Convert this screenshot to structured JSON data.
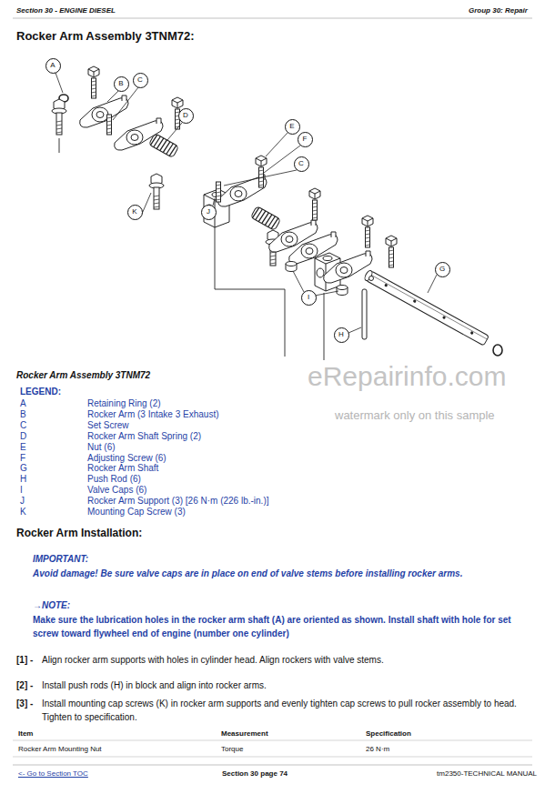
{
  "diagram": {
    "title": "Rocker Arm Assembly 3TNM72:",
    "nodes": [
      {
        "text": [
          "A"
        ]
      },
      {
        "text": [
          "B"
        ]
      },
      {
        "text": [
          "C"
        ]
      },
      {
        "text": [
          "D"
        ]
      },
      {
        "text": [
          "E"
        ]
      },
      {
        "text": [
          "F"
        ]
      },
      {
        "text": [
          "C"
        ]
      },
      {
        "text": [
          "K"
        ]
      },
      {
        "text": [
          "J"
        ]
      },
      {
        "text": [
          "G"
        ]
      },
      {
        "text": [
          "I"
        ]
      },
      {
        "text": [
          "H"
        ]
      }
    ],
    "labels": [
      "Section 30 - ENGINE DIESEL",
      "Group 30: Repair",
      "eRepairinfo.com",
      "watermark only on this sample",
      "Rocker Arm Assembly 3TNM72",
      "LEGEND:",
      "A",
      "Retaining Ring (2)",
      "B",
      "Rocker Arm (3 Intake 3 Exhaust)",
      "C",
      "Set Screw",
      "D",
      "Rocker Arm Shaft Spring (2)",
      "E",
      "Nut (6)",
      "F",
      "Adjusting Screw (6)",
      "G",
      "Rocker Arm Shaft",
      "H",
      "Push Rod (6)",
      "I",
      "Valve Caps (6)",
      "J",
      "Rocker Arm Support (3) [26 N·m (226 lb.-in.)]",
      "K",
      "Mounting Cap Screw (3)",
      "Rocker Arm Installation:",
      "IMPORTANT:",
      "Avoid damage! Be sure valve caps are in place on end of valve stems before installing rocker arms.",
      "→NOTE:",
      "Make sure the lubrication holes in the rocker arm shaft (A) are oriented as shown. Install shaft with hole for set screw toward flywheel end of engine (number one cylinder)",
      "[1] -",
      "Align rocker arm supports with holes in cylinder head. Align rockers with valve stems.",
      "[2] -",
      "Install push rods (H) in block and align into rocker arms.",
      "[3] -",
      "Install mounting cap screws (K) in rocker arm supports and evenly tighten cap screws to pull rocker assembly to head. Tighten to specification.",
      "Item",
      "Measurement",
      "Specification",
      "Rocker Arm Mounting Nut",
      "Torque",
      "26 N·m",
      "<- Go to Section TOC",
      "Section 30 page 74",
      "tm2350-TECHNICAL MANUAL"
    ]
  }
}
